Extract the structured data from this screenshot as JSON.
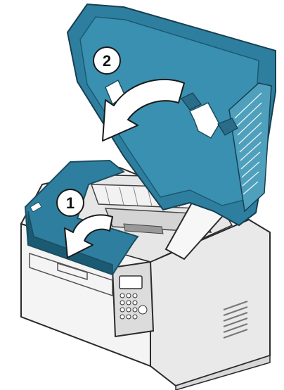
{
  "figure": {
    "subject": "printer-scanner-lid-open",
    "colors": {
      "lid_blue": "#2e7f9f",
      "lid_blue_dark": "#1b5a73",
      "lid_blue_light": "#4fa0bd",
      "body_gray": "#f1f1f1",
      "outline": "#2b2b2b",
      "arrow_fill": "#ffffff"
    },
    "steps": [
      {
        "number": "1",
        "action": "close-inner-cover"
      },
      {
        "number": "2",
        "action": "close-scanner-lid"
      }
    ]
  }
}
